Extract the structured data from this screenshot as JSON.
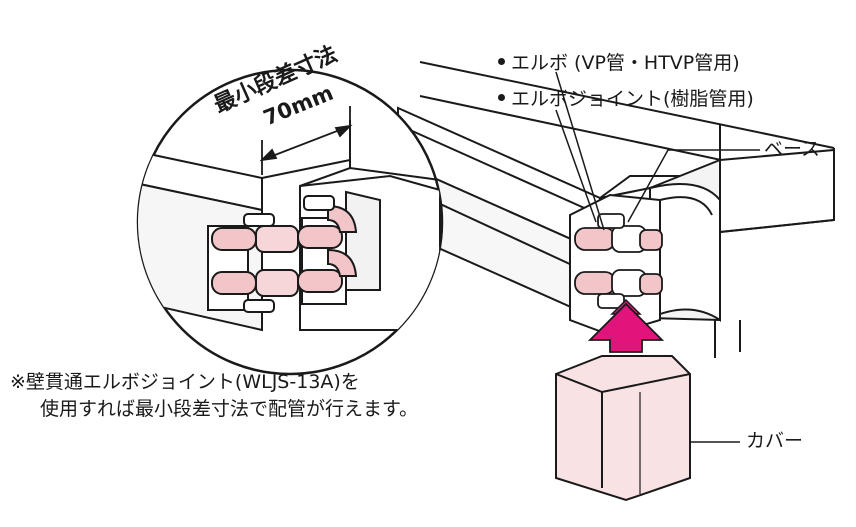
{
  "labels": {
    "elbow": "エルボ (VP管・HTVP管用)",
    "elbow_joint": "エルボジョイント(樹脂管用)",
    "base": "ベース",
    "cover": "カバー",
    "min_step_title": "最小段差寸法",
    "min_step_value": "70mm",
    "note_line1": "※壁貫通エルボジョイント(WLJS-13A)を",
    "note_line2": "使用すれば最小段差寸法で配管が行えます。"
  },
  "colors": {
    "outline": "#1a1a1a",
    "duct_fill": "#ffffff",
    "pipe_pink": "#f2c6c8",
    "pipe_pink_dark": "#e29aa0",
    "cover_fill": "#f9e2e4",
    "arrow_magenta": "#e0147a"
  }
}
